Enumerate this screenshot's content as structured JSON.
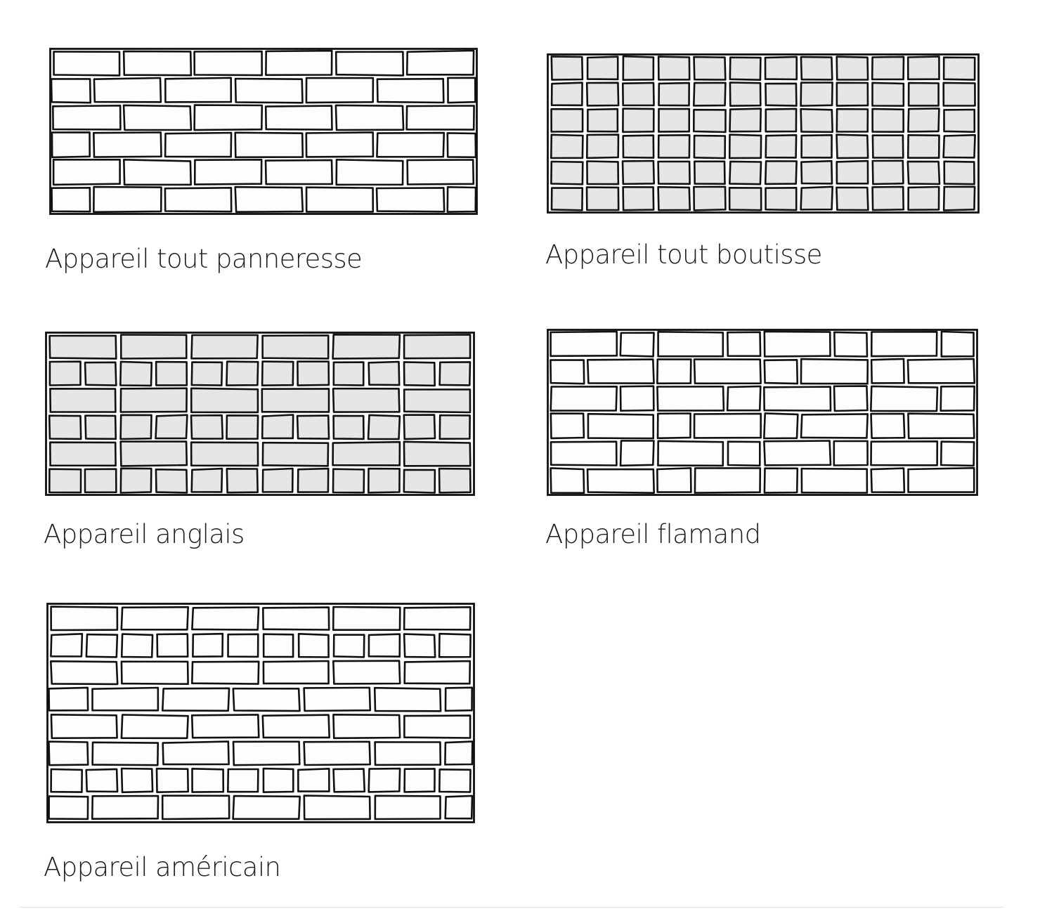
{
  "colors": {
    "stroke": "#111111",
    "brick_white": "#fdfdfd",
    "brick_grey": "#e6e6e6",
    "caption": "#1e1e1e"
  },
  "panels": [
    {
      "key": "stretcher",
      "caption": "Appareil tout panneresse",
      "fill": "white",
      "rows": [
        "SSSSSS",
        "SSSSSS",
        "SSSSSS",
        "SSSSSS",
        "SSSSSS",
        "SSSSSS"
      ]
    },
    {
      "key": "header",
      "caption": "Appareil tout boutisse",
      "fill": "grey",
      "rows": [
        "HHHHHHHHHHHH",
        "HHHHHHHHHHHH",
        "HHHHHHHHHHHH",
        "HHHHHHHHHHHH",
        "HHHHHHHHHHHH",
        "HHHHHHHHHHHH"
      ]
    },
    {
      "key": "english",
      "caption": "Appareil anglais",
      "fill": "grey",
      "rows": [
        "SSSSSS",
        "HHHHHHHHHHHH",
        "SSSSSS",
        "HHHHHHHHHHHH",
        "SSSSSS",
        "HHHHHHHHHHHH"
      ]
    },
    {
      "key": "flemish",
      "caption": "Appareil flamand",
      "fill": "white",
      "rows": [
        "SHSHSHSH",
        "HSHSHSHS",
        "SHSHSHSH",
        "HSHSHSHS",
        "SHSHSHSH",
        "HSHSHSHS"
      ]
    },
    {
      "key": "american",
      "caption": "Appareil américain",
      "fill": "white",
      "rows": [
        "SSSSSS",
        "HHHHHHHHHHHH",
        "SSSSSS",
        "SSSSSS",
        "SSSSSS",
        "SSSSSS",
        "HHHHHHHHHHHH",
        "SSSSSS"
      ]
    }
  ]
}
